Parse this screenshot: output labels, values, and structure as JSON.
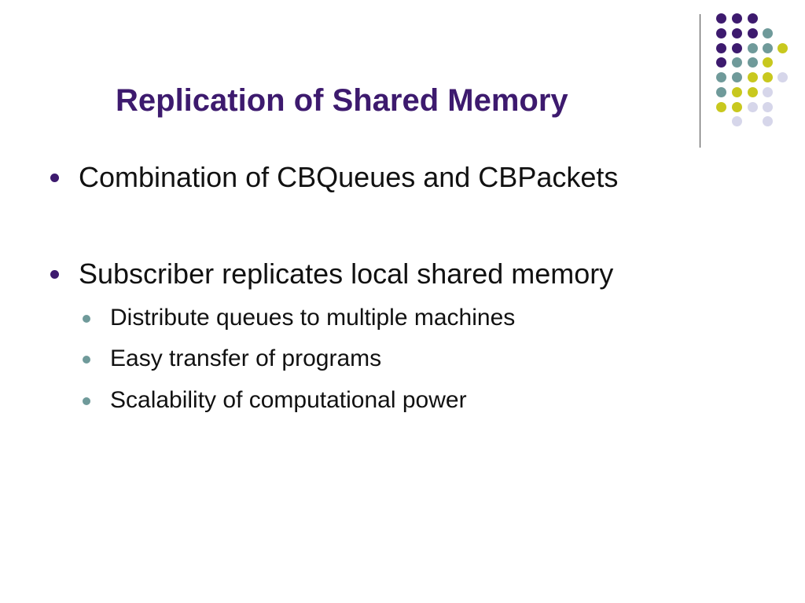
{
  "slide": {
    "title": "Replication of Shared Memory",
    "bullets": [
      {
        "text": "Combination of CBQueues and CBPackets",
        "sub": []
      },
      {
        "text": "Subscriber replicates local shared memory",
        "sub": [
          "Distribute queues to multiple machines",
          "Easy transfer of programs",
          "Scalability of computational power"
        ]
      }
    ]
  },
  "colors": {
    "title": "#3d1a6e",
    "text": "#111111",
    "bullet_primary": "#3d1a6e",
    "bullet_secondary": "#6f9a9a",
    "dot_purple": "#3d1a6e",
    "dot_teal": "#6f9a9a",
    "dot_yellow": "#c8c81e",
    "dot_lavender": "#d6d6ea"
  }
}
